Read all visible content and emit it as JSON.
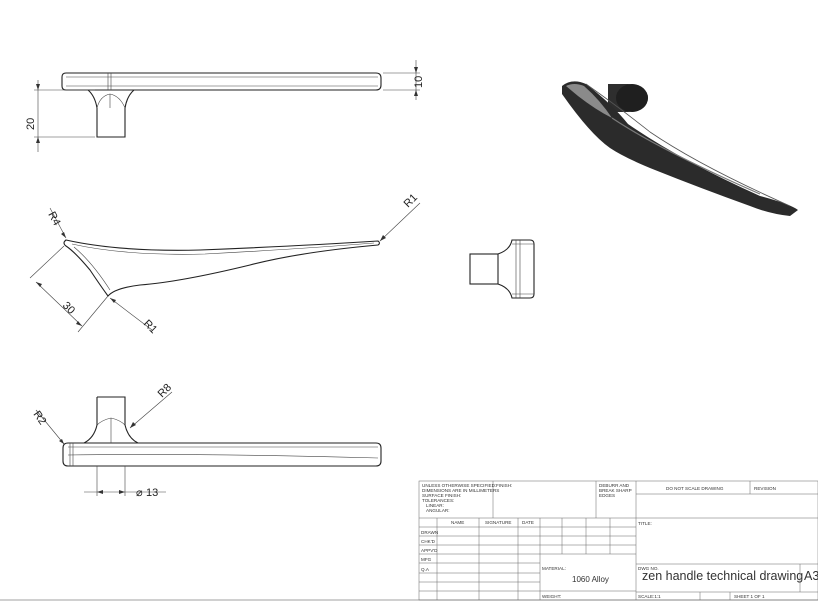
{
  "dimensions": {
    "top_thickness": "10",
    "top_height": "20",
    "side_radius_left": "R4",
    "side_radius_tip": "R1",
    "side_length": "30",
    "side_radius_base": "R1",
    "bottom_radius_left": "R2",
    "bottom_radius_fillet": "R8",
    "bottom_diameter": "13",
    "diameter_symbol": "⌀"
  },
  "title_block": {
    "notes_lines": [
      "UNLESS OTHERWISE SPECIFIED:",
      "DIMENSIONS ARE IN MILLIMETERS",
      "SURFACE FINISH:",
      "TOLERANCES:",
      "LINEAR:",
      "ANGULAR:"
    ],
    "finish_label": "FINISH:",
    "deburr_lines": [
      "DEBURR AND",
      "BREAK SHARP",
      "EDGES"
    ],
    "do_not_scale": "DO NOT SCALE DRAWING",
    "revision_label": "REVISION",
    "col_name": "NAME",
    "col_signature": "SIGNATURE",
    "col_date": "DATE",
    "rows": [
      "DRAWN",
      "CHK'D",
      "APPV'D",
      "MFG",
      "Q.A"
    ],
    "title_label": "TITLE:",
    "material_label": "MATERIAL:",
    "material_value": "1060 Alloy",
    "dwg_label": "DWG NO.",
    "dwg_title": "zen handle technical drawing",
    "sheet_size": "A3",
    "weight_label": "WEIGHT:",
    "scale_label": "SCALE:1:1",
    "sheet_label": "SHEET 1 OF 1"
  },
  "colors": {
    "line": "#333333",
    "shaded_body": "#2b2b2b",
    "shaded_highlight": "#8a8a8a"
  }
}
